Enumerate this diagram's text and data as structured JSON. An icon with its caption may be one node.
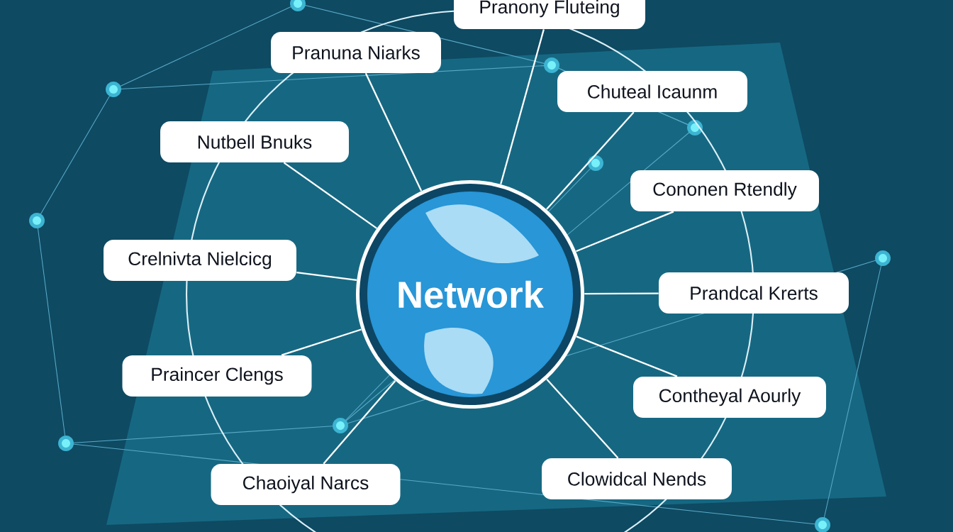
{
  "diagram": {
    "nodes": [
      {
        "text": [
          "Network"
        ]
      },
      {
        "text": [
          "Pranony Fluteing"
        ]
      },
      {
        "text": [
          "Pranuna Niarks"
        ]
      },
      {
        "text": [
          "Chuteal Icaunm"
        ]
      },
      {
        "text": [
          "Nutbell Bnuks"
        ]
      },
      {
        "text": [
          "Cononen Rtendly"
        ]
      },
      {
        "text": [
          "Crelnivta Nielcicg"
        ]
      },
      {
        "text": [
          "Prandcal Krerts"
        ]
      },
      {
        "text": [
          "Praincer Clengs"
        ]
      },
      {
        "text": [
          "Contheyal Aourly"
        ]
      },
      {
        "text": [
          "Chaoiyal Narcs"
        ]
      },
      {
        "text": [
          "Clowidcal Nends"
        ]
      }
    ],
    "edges": [
      {
        "from": 0,
        "to": 1,
        "arrow": "none"
      },
      {
        "from": 0,
        "to": 2,
        "arrow": "none"
      },
      {
        "from": 0,
        "to": 3,
        "arrow": "none"
      },
      {
        "from": 0,
        "to": 4,
        "arrow": "none"
      },
      {
        "from": 0,
        "to": 5,
        "arrow": "none"
      },
      {
        "from": 0,
        "to": 6,
        "arrow": "none"
      },
      {
        "from": 0,
        "to": 7,
        "arrow": "none"
      },
      {
        "from": 0,
        "to": 8,
        "arrow": "none"
      },
      {
        "from": 0,
        "to": 9,
        "arrow": "none"
      },
      {
        "from": 0,
        "to": 10,
        "arrow": "none"
      },
      {
        "from": 0,
        "to": 11,
        "arrow": "none"
      }
    ]
  }
}
